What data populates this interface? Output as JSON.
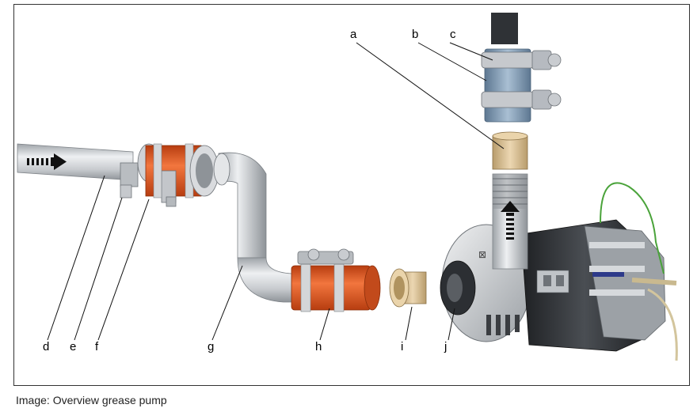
{
  "figure": {
    "labels": {
      "a": "a",
      "b": "b",
      "c": "c",
      "d": "d",
      "e": "e",
      "f": "f",
      "g": "g",
      "h": "h",
      "i": "i",
      "j": "j"
    }
  },
  "caption": "Image: Overview grease pump",
  "colors": {
    "steel": "#d4d6d8",
    "clamp": "#bfc3c7",
    "orange": "#e2561f",
    "blue": "#7f99b3",
    "tan": "#d6bc8e",
    "dark": "#3a3d41",
    "ground_wire": "#4aa33a"
  }
}
